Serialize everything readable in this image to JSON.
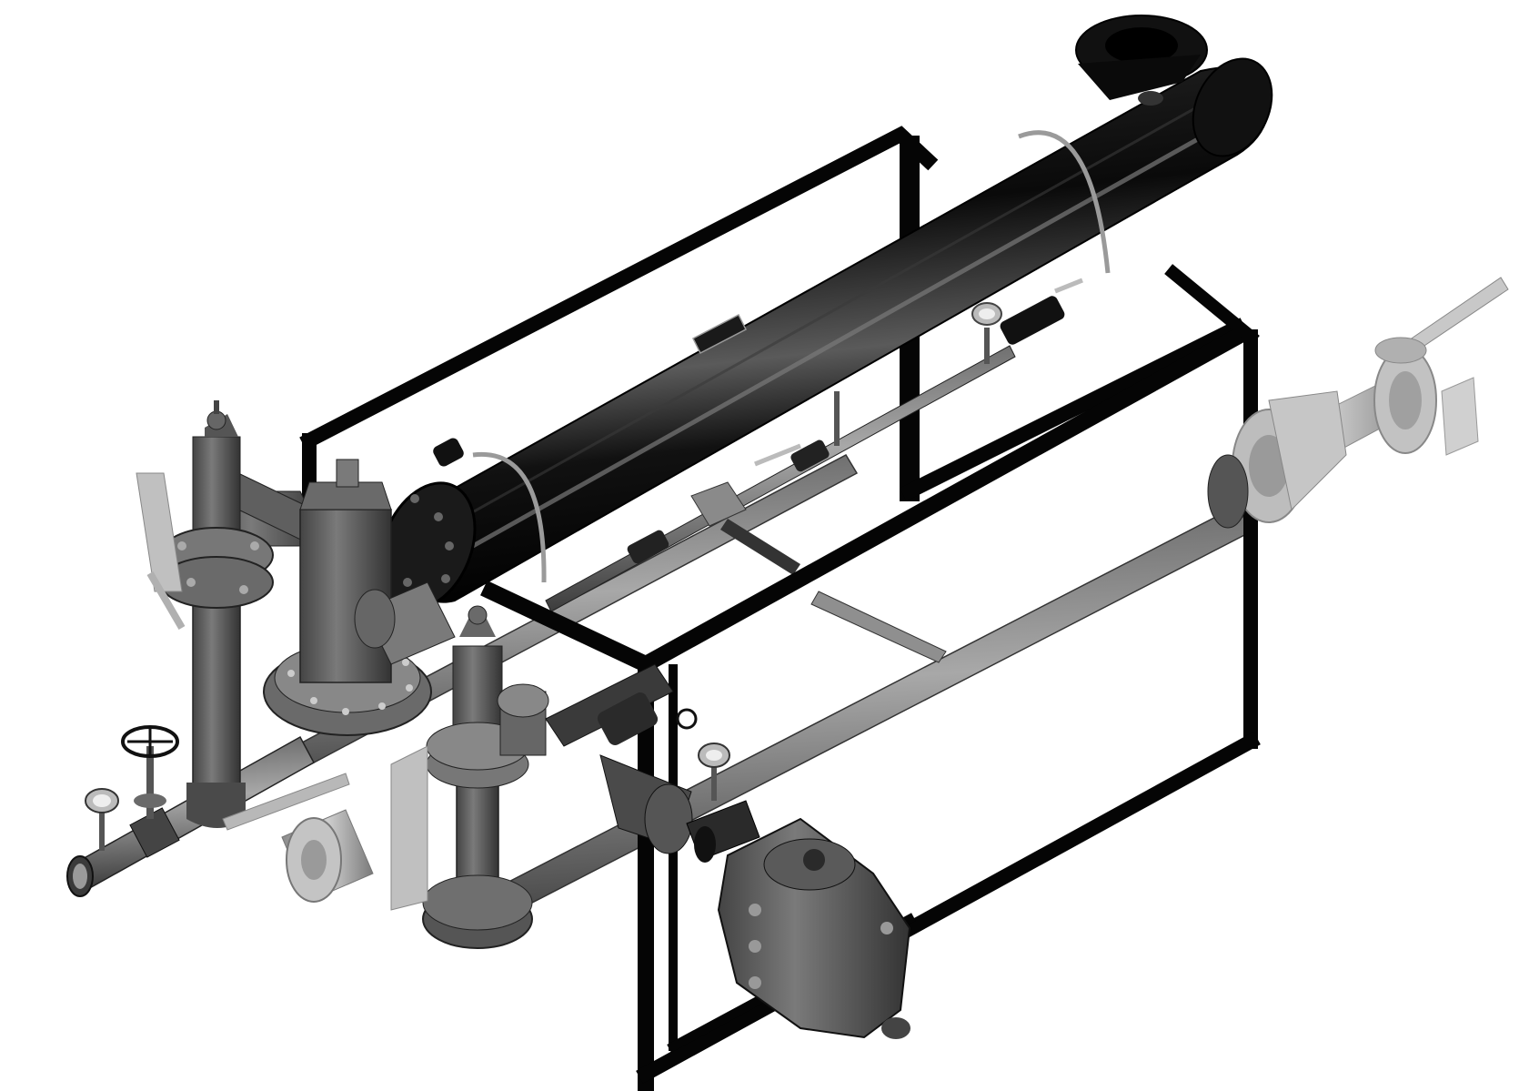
{
  "diagram": {
    "components": [
      {
        "id": "heat-exchanger-shell",
        "role": "horizontal shell and tube heat exchanger"
      },
      {
        "id": "support-frame",
        "role": "rectangular steel skid frame"
      },
      {
        "id": "pressure-reducing-valve",
        "role": "control valve at inlet"
      },
      {
        "id": "float-steam-trap",
        "role": "condensate trap"
      },
      {
        "id": "y-strainer",
        "role": "inline strainer"
      },
      {
        "id": "butterfly-valves",
        "role": "isolation valves"
      },
      {
        "id": "pressure-gauges",
        "role": "instrumentation"
      },
      {
        "id": "globe-valve",
        "role": "handwheel valve"
      },
      {
        "id": "piping-headers",
        "role": "lower return pipes"
      }
    ]
  },
  "colors": {
    "background": "#ffffff",
    "shell": "#0a0a0a",
    "frame": "#050505",
    "steel_dark": "#3c3c3c",
    "steel_mid": "#6e6e6e",
    "steel_light": "#b4b4b4",
    "highlight": "#d8d8d8"
  }
}
